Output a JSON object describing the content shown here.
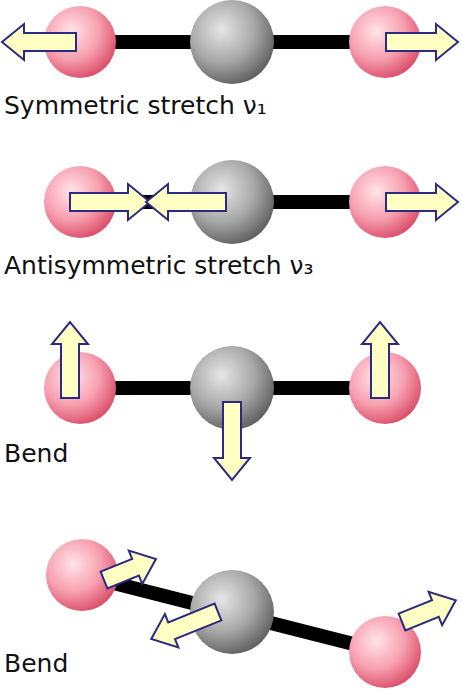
{
  "diagram": {
    "labels": [
      "Symmetric stretch ν₁",
      "Antisymmetric stretch ν₃",
      "Bend",
      "Bend"
    ]
  }
}
